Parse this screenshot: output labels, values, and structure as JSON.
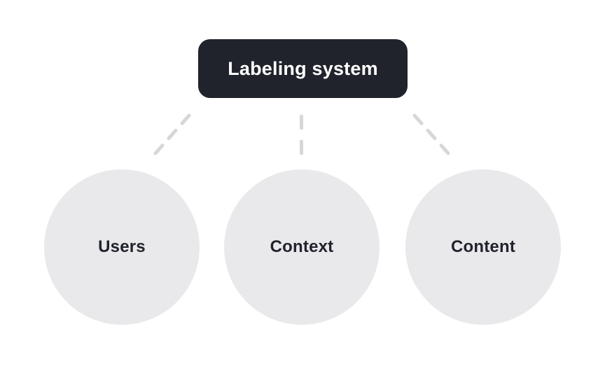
{
  "diagram": {
    "root": {
      "label": "Labeling system"
    },
    "nodes": [
      {
        "label": "Users"
      },
      {
        "label": "Context"
      },
      {
        "label": "Content"
      }
    ]
  },
  "theme": {
    "background": "#ffffff",
    "root_bg": "#21232c",
    "root_text": "#ffffff",
    "node_bg": "#e9e9eb",
    "node_text": "#21232c",
    "connector": "#d7d7da"
  }
}
